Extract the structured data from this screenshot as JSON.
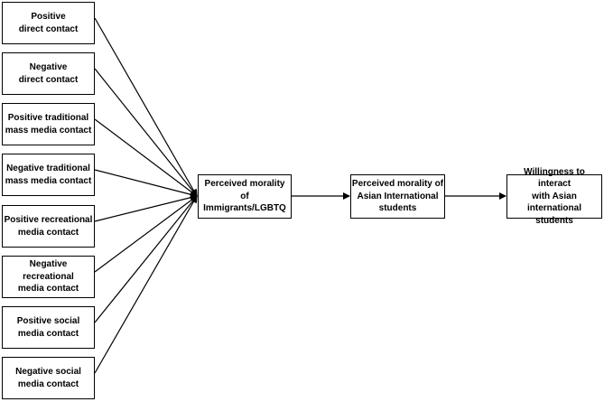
{
  "sources": [
    {
      "id": "positive-direct-contact",
      "label": "Positive\ndirect contact"
    },
    {
      "id": "negative-direct-contact",
      "label": "Negative\ndirect contact"
    },
    {
      "id": "positive-traditional-mass-media-contact",
      "label": "Positive traditional\nmass media contact"
    },
    {
      "id": "negative-traditional-mass-media-contact",
      "label": "Negative traditional\nmass media contact"
    },
    {
      "id": "positive-recreational-media-contact",
      "label": "Positive recreational\nmedia contact"
    },
    {
      "id": "negative-recreational-media-contact",
      "label": "Negative recreational\nmedia contact"
    },
    {
      "id": "positive-social-media-contact",
      "label": "Positive social\nmedia contact"
    },
    {
      "id": "negative-social-media-contact",
      "label": "Negative social\nmedia contact"
    }
  ],
  "chain": [
    {
      "id": "perceived-morality-immigrants-lgbtq",
      "label": "Perceived morality\nof Immigrants/LGBTQ"
    },
    {
      "id": "perceived-morality-asian-international-students",
      "label": "Perceived morality of\nAsian International\nstudents"
    },
    {
      "id": "willingness-to-interact",
      "label": "Willingness to interact\nwith Asian international\nstudents"
    }
  ]
}
